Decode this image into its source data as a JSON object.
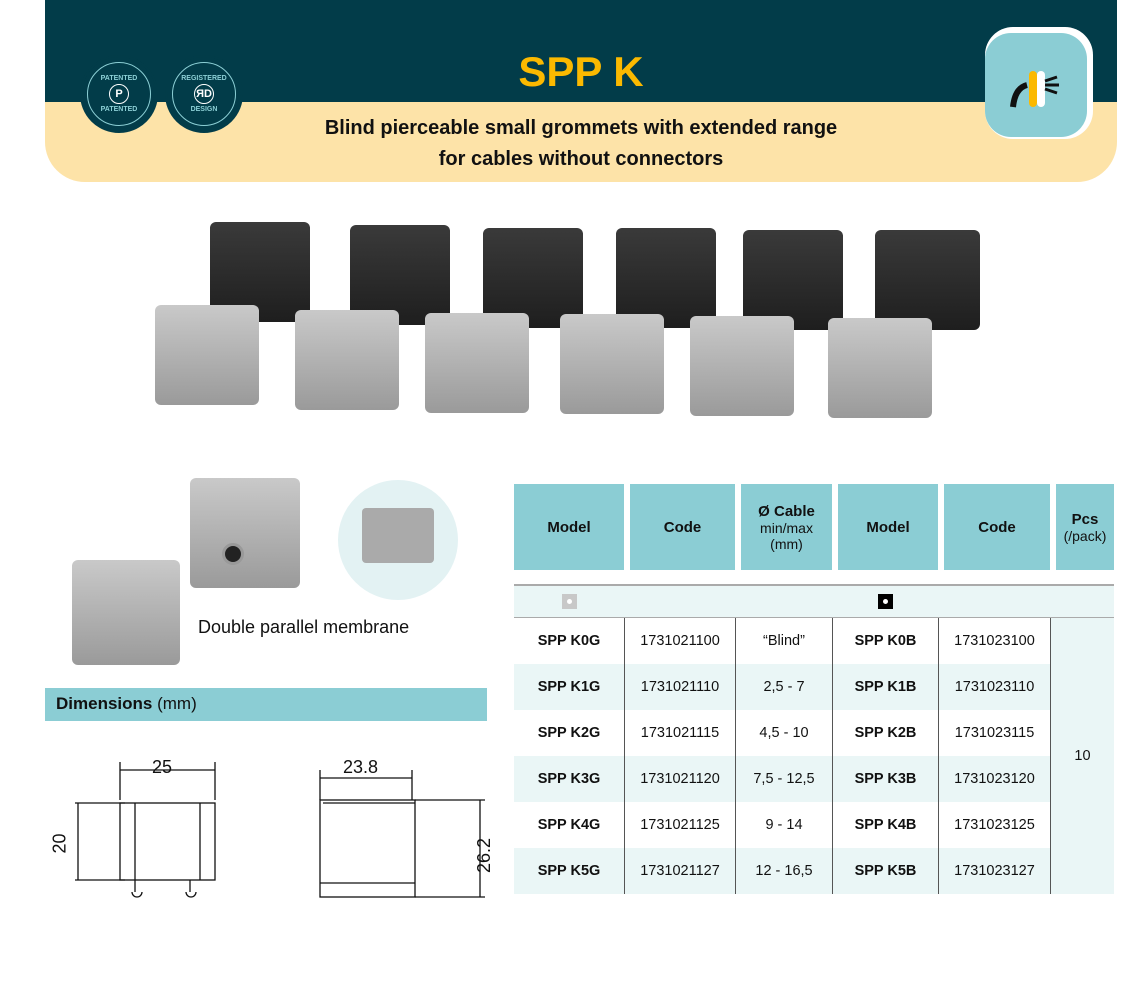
{
  "header": {
    "title": "SPP K",
    "subtitle_line1": "Blind pierceable small grommets with extended range",
    "subtitle_line2": "for cables without connectors",
    "seals": [
      {
        "text": "PATENTED",
        "symbol": "P"
      },
      {
        "text": "REGISTERED DESIGN",
        "symbol": "RD"
      }
    ]
  },
  "caption": "Double parallel membrane",
  "dimensions": {
    "label": "Dimensions",
    "unit": "(mm)",
    "width1": "25",
    "height1": "20",
    "width2": "23.8",
    "height2": "26.2"
  },
  "table": {
    "headers": [
      {
        "main": "Model"
      },
      {
        "main": "Code"
      },
      {
        "main": "Ø Cable",
        "sub1": "min/max",
        "sub2": "(mm)"
      },
      {
        "main": "Model"
      },
      {
        "main": "Code"
      },
      {
        "main": "Pcs",
        "sub1": "(/pack)"
      }
    ],
    "grey_color": "#c8c8c8",
    "black_color": "#000000",
    "pcs": "10",
    "rows": [
      {
        "model_g": "SPP K0G",
        "code_g": "1731021100",
        "cable": "“Blind”",
        "model_b": "SPP K0B",
        "code_b": "1731023100"
      },
      {
        "model_g": "SPP K1G",
        "code_g": "1731021110",
        "cable": "2,5 - 7",
        "model_b": "SPP K1B",
        "code_b": "1731023110"
      },
      {
        "model_g": "SPP K2G",
        "code_g": "1731021115",
        "cable": "4,5 - 10",
        "model_b": "SPP K2B",
        "code_b": "1731023115"
      },
      {
        "model_g": "SPP K3G",
        "code_g": "1731021120",
        "cable": "7,5 - 12,5",
        "model_b": "SPP K3B",
        "code_b": "1731023120"
      },
      {
        "model_g": "SPP K4G",
        "code_g": "1731021125",
        "cable": "9 - 14",
        "model_b": "SPP K4B",
        "code_b": "1731023125"
      },
      {
        "model_g": "SPP K5G",
        "code_g": "1731021127",
        "cable": "12 - 16,5",
        "model_b": "SPP K5B",
        "code_b": "1731023127"
      }
    ]
  }
}
